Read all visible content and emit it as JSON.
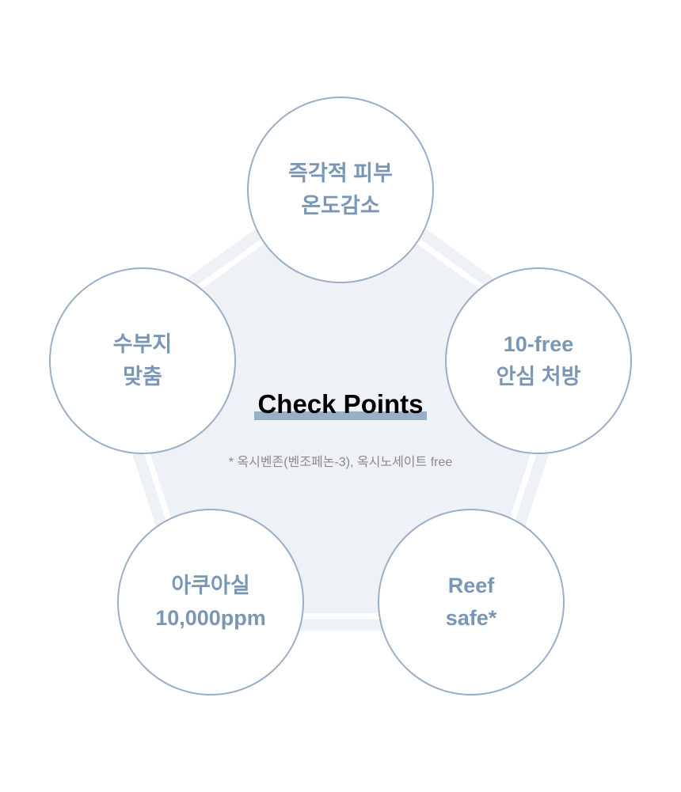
{
  "title": "Check Points",
  "note": "* 옥시벤존(벤조페논-3), 옥시노세이트 free",
  "points": [
    {
      "line1": "즉각적 피부",
      "line2": "온도감소"
    },
    {
      "line1": "10-free",
      "line2": "안심 처방"
    },
    {
      "line1": "Reef",
      "line2": "safe*"
    },
    {
      "line1": "아쿠아실",
      "line2": "10,000ppm"
    },
    {
      "line1": "수부지",
      "line2": "맞춤"
    }
  ],
  "colors": {
    "accent": "#98afc7",
    "text": "#7a96b5",
    "fill": "#eef1f5"
  }
}
